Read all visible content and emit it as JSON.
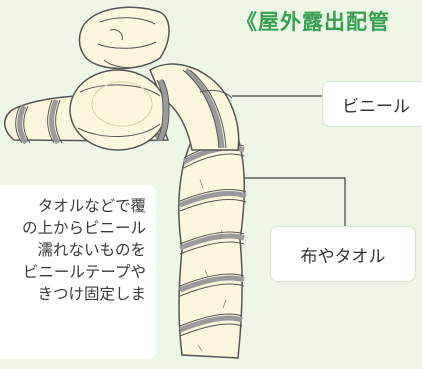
{
  "header": {
    "title": "《屋外露出配管",
    "accent_color": "#35a04f"
  },
  "note": {
    "lines": [
      "タオルなどで覆",
      "の上からビニール",
      "濡れないものを",
      "ビニールテープや",
      "きつけ固定しま"
    ]
  },
  "labels": {
    "vinyl": "ビニール",
    "cloth": "布やタオル"
  },
  "colors": {
    "background": "#eef6e6",
    "pipe_wrap": "#fbf7dc",
    "tape": "#9a9a9a",
    "outline": "#555555"
  }
}
